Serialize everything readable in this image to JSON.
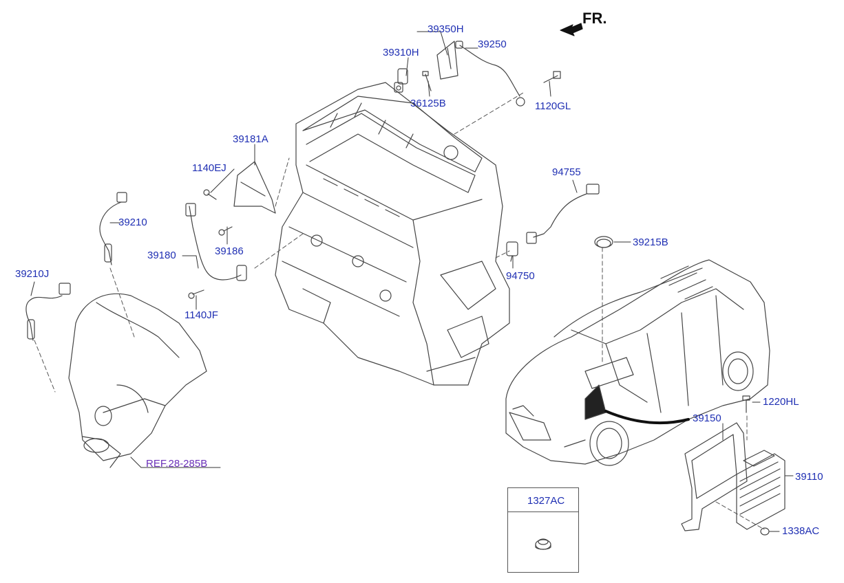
{
  "direction_label": "FR.",
  "reference_label": "REF.28-285B",
  "inset_part": "1327AC",
  "parts": {
    "p39350H": "39350H",
    "p39310H": "39310H",
    "p39250": "39250",
    "p36125B": "36125B",
    "p1120GL": "1120GL",
    "p39181A": "39181A",
    "p1140EJ": "1140EJ",
    "p39210": "39210",
    "p39186": "39186",
    "p39180": "39180",
    "p39210J": "39210J",
    "p1140JF": "1140JF",
    "p94755": "94755",
    "p94750": "94750",
    "p39215B": "39215B",
    "p1220HL": "1220HL",
    "p39150": "39150",
    "p39110": "39110",
    "p1338AC": "1338AC"
  },
  "colors": {
    "label": "#1f2fb3",
    "reference": "#6a2fb8",
    "line": "#333333"
  },
  "icons": {
    "direction": "arrow-icon",
    "vehicle": "suv-vehicle-illustration",
    "engine": "engine-block-illustration"
  }
}
